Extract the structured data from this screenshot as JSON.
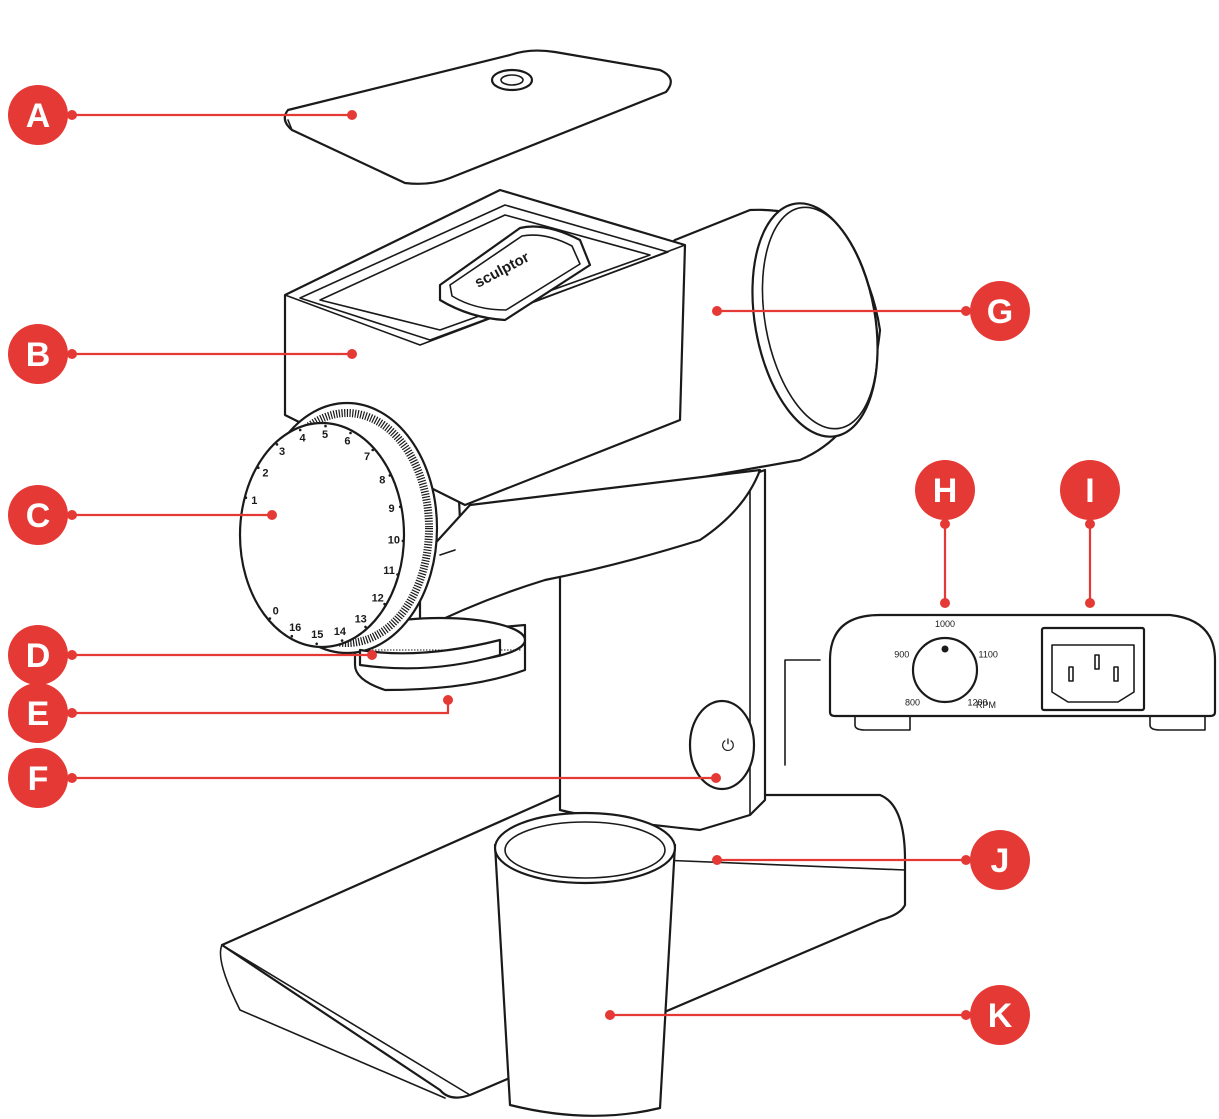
{
  "diagram": {
    "callouts": [
      {
        "id": "A",
        "label": "A"
      },
      {
        "id": "B",
        "label": "B"
      },
      {
        "id": "C",
        "label": "C"
      },
      {
        "id": "D",
        "label": "D"
      },
      {
        "id": "E",
        "label": "E"
      },
      {
        "id": "F",
        "label": "F"
      },
      {
        "id": "G",
        "label": "G"
      },
      {
        "id": "H",
        "label": "H"
      },
      {
        "id": "I",
        "label": "I"
      },
      {
        "id": "J",
        "label": "J"
      },
      {
        "id": "K",
        "label": "K"
      }
    ],
    "brand_label": "sculptor",
    "dial_numbers": [
      "1",
      "2",
      "3",
      "4",
      "5",
      "6",
      "7",
      "8",
      "9",
      "10",
      "11",
      "12",
      "13",
      "14",
      "15",
      "16",
      "0"
    ],
    "rpm_labels": [
      "800",
      "900",
      "1000",
      "1100",
      "1200"
    ],
    "rpm_unit": "RPM",
    "power_symbol": "⏻",
    "accent_color": "#e53935",
    "line_color": "#1a1a1a"
  }
}
